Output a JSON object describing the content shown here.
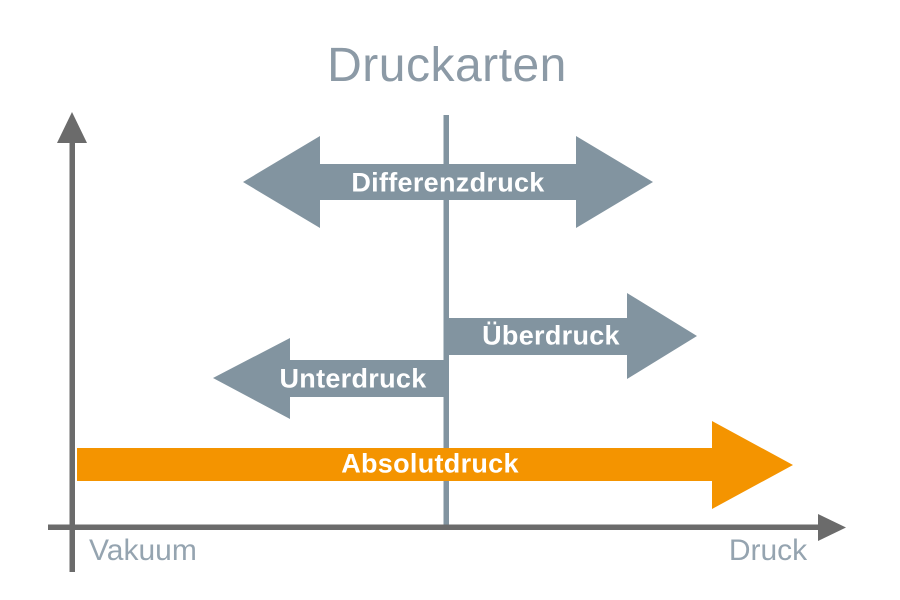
{
  "title": "Druckarten",
  "colors": {
    "arrow_gray": "#8294a0",
    "arrow_orange": "#f49400",
    "axis_gray": "#6b6b6b",
    "reference_line_gray": "#8294a0",
    "title_text": "#8c9aa6",
    "axis_label_text": "#95a4b0",
    "arrow_label_text": "#ffffff"
  },
  "diagram": {
    "arrows": [
      {
        "id": "differenzdruck",
        "label": "Differenzdruck",
        "direction": "both",
        "color": "gray"
      },
      {
        "id": "ueberdruck",
        "label": "Überdruck",
        "direction": "right",
        "color": "gray"
      },
      {
        "id": "unterdruck",
        "label": "Unterdruck",
        "direction": "left",
        "color": "gray"
      },
      {
        "id": "absolutdruck",
        "label": "Absolutdruck",
        "direction": "right",
        "color": "orange"
      }
    ],
    "axis": {
      "x_left_label": "Vakuum",
      "x_right_label": "Druck"
    }
  }
}
